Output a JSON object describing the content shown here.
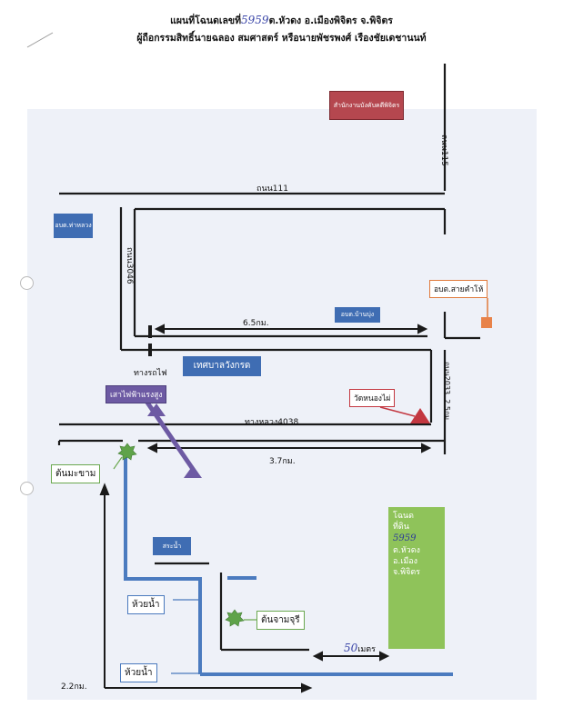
{
  "header": {
    "line1_prefix": "แผนที่โฉนดเลขที่",
    "deed_number": "5959",
    "line1_suffix": "ต.หัวดง อ.เมืองพิจิตร จ.พิจิตร",
    "line2": "ผู้ถือกรรมสิทธิ์นายฉลอง สมศาสตร์ หรือนายพัชรพงศ์ เรืองชัยเดชานนท์"
  },
  "roads": {
    "road_115": "ถนน115",
    "road_111": "ถนน111",
    "road_3046": "ถนน3046",
    "road_2033": "ถนน2033",
    "highway_4038": "ทางหลวง4038",
    "railway": "ทางรถไฟ"
  },
  "distances": {
    "d_65": "6.5กม.",
    "d_37": "3.7กม.",
    "d_25": "2.5กม.",
    "d_22": "2.2กม.",
    "d_500_hand": "50",
    "d_500_unit": "เมตร"
  },
  "places": {
    "provincial_office": "สำนักงานบังคับคดีพิจิตร",
    "obt_tha_luang": "อบต.ท่าหลวง",
    "obt_ban_bung": "อบต.บ้านบุ่ง",
    "obt_sai_kham_ho": "อบต.สายคำโห้",
    "wang_krot": "เทศบาลวังกรด",
    "wat_nong_phai": "วัดหนองไผ่",
    "power_pylon": "เสาไฟฟ้าแรงสูง",
    "tamarind_tree": "ต้นมะขาม",
    "pond": "สระน้ำ",
    "huai_nam_1": "ห้วยน้ำ",
    "huai_nam_2": "ห้วยน้ำ",
    "champhu_tree": "ต้นจามจุรี"
  },
  "deed_box": {
    "line1": "โฉนด",
    "line2": "ที่ดิน",
    "number_hand": "5959",
    "line4": "ต.หัวดง",
    "line5": "อ.เมือง",
    "line6": "จ.พิจิตร"
  },
  "colors": {
    "road": "#1a1a1a",
    "water": "#4b7bbf",
    "deed": "#8fc35a",
    "office": "#b5474f",
    "temple": "#c33740",
    "pylon": "#6d5aa3",
    "obt_sai_kham_ho": "#e8834a"
  }
}
